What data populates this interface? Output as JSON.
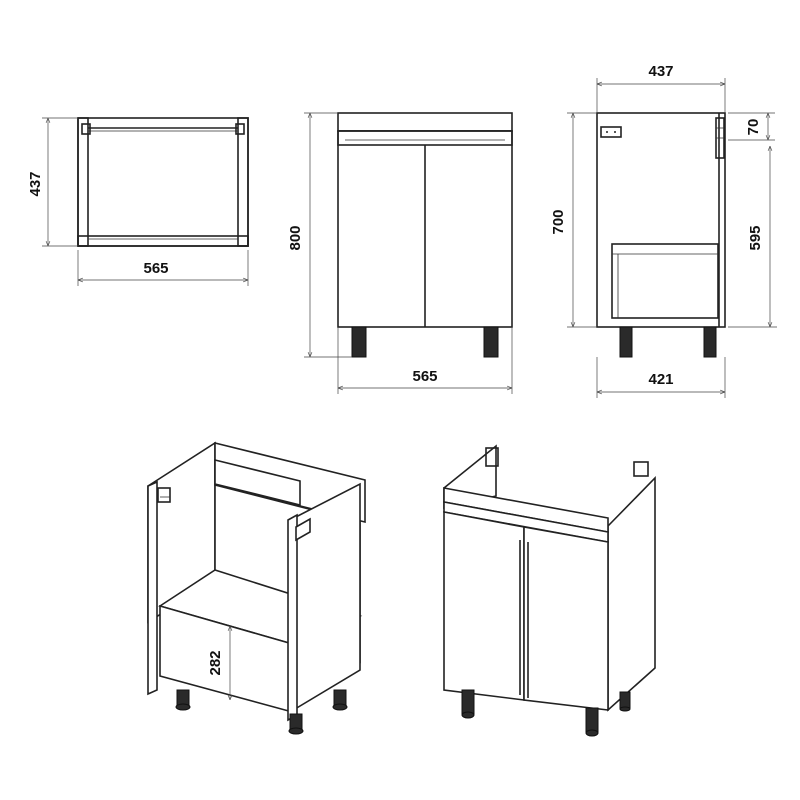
{
  "dimensions": {
    "top_depth": "437",
    "top_width": "565",
    "front_height": "800",
    "front_width": "565",
    "side_depth_top": "437",
    "side_top_gap": "70",
    "side_height": "700",
    "side_inner_height": "595",
    "side_bottom_depth": "421",
    "shelf_height": "282"
  },
  "colors": {
    "line": "#222222",
    "background": "#ffffff"
  }
}
